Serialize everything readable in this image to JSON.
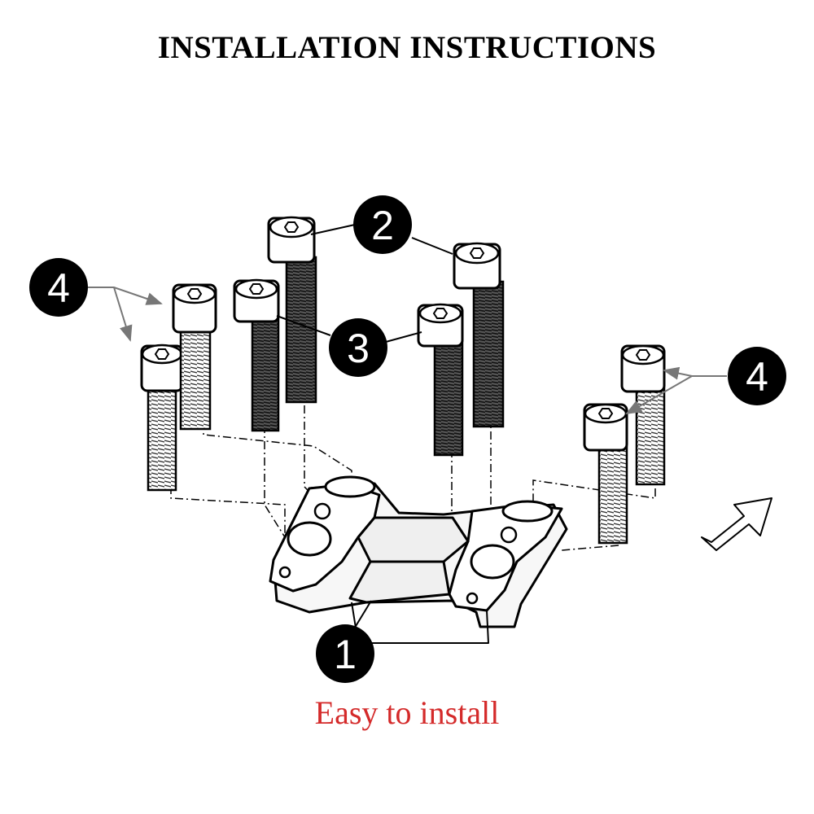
{
  "title": "INSTALLATION INSTRUCTIONS",
  "caption": "Easy to install",
  "callouts": [
    "1",
    "2",
    "3",
    "4",
    "4"
  ],
  "colors": {
    "title": "#000000",
    "caption": "#d42a2a",
    "line_art": "#000000",
    "callout_fill": "#000000",
    "callout_text": "#ffffff"
  },
  "icons": [
    "bolt-icon",
    "bracket-icon",
    "arrow-icon"
  ]
}
